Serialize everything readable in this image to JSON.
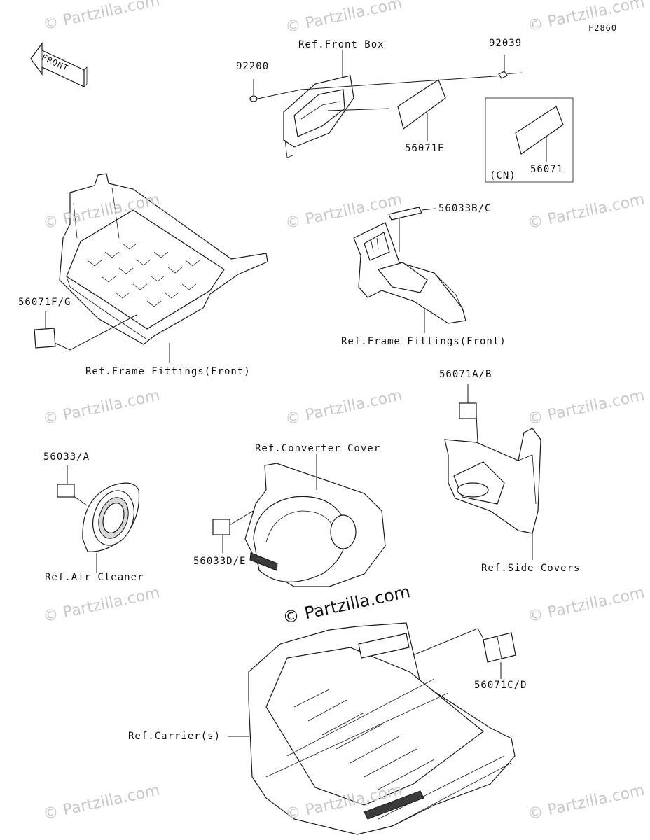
{
  "figure_code": "F2860",
  "front_arrow_label": "FRONT",
  "watermark": "© Partzilla.com",
  "labels": {
    "ref_front_box": "Ref.Front Box",
    "p92200": "92200",
    "p92039": "92039",
    "p56071E": "56071E",
    "cn": "(CN)",
    "p56071": "56071",
    "p56033BC": "56033B/C",
    "p56071FG": "56071F/G",
    "ref_frame_front_right": "Ref.Frame Fittings(Front)",
    "ref_frame_front_left": "Ref.Frame Fittings(Front)",
    "p56071AB": "56071A/B",
    "p56033A": "56033/A",
    "ref_converter_cover": "Ref.Converter Cover",
    "p56033DE": "56033D/E",
    "ref_air_cleaner": "Ref.Air Cleaner",
    "ref_side_covers": "Ref.Side Covers",
    "p56071CD": "56071C/D",
    "ref_carriers": "Ref.Carrier(s)"
  }
}
